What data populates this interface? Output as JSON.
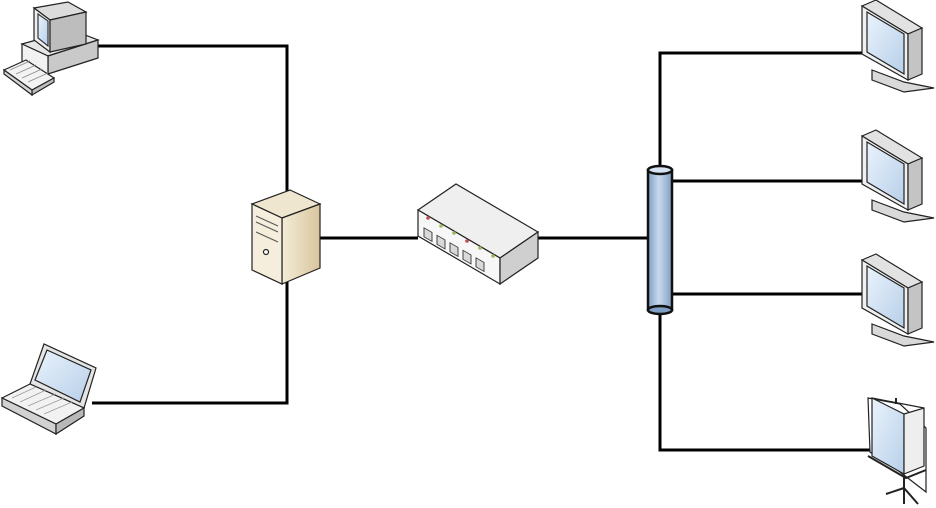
{
  "diagram": {
    "background": "#ffffff",
    "nodes": [
      {
        "id": "desktop-computer",
        "icon": "desktop-computer-icon"
      },
      {
        "id": "laptop",
        "icon": "laptop-icon"
      },
      {
        "id": "server",
        "icon": "tower-server-icon"
      },
      {
        "id": "network-switch",
        "icon": "ethernet-switch-icon"
      },
      {
        "id": "bus-backbone",
        "icon": "cylinder-bus-icon"
      },
      {
        "id": "monitor-1",
        "icon": "lcd-monitor-icon"
      },
      {
        "id": "monitor-2",
        "icon": "lcd-monitor-icon"
      },
      {
        "id": "monitor-3",
        "icon": "lcd-monitor-icon"
      },
      {
        "id": "projection-screen",
        "icon": "projection-screen-icon"
      }
    ],
    "connections": [
      {
        "from": "desktop-computer",
        "to": "server"
      },
      {
        "from": "laptop",
        "to": "server"
      },
      {
        "from": "server",
        "to": "network-switch"
      },
      {
        "from": "network-switch",
        "to": "bus-backbone"
      },
      {
        "from": "bus-backbone",
        "to": "monitor-1"
      },
      {
        "from": "bus-backbone",
        "to": "monitor-2"
      },
      {
        "from": "bus-backbone",
        "to": "monitor-3"
      },
      {
        "from": "bus-backbone",
        "to": "projection-screen"
      }
    ],
    "colors": {
      "line": "#000000",
      "bus_fill": "#a9c0dc",
      "screen_fill": "#cfe0f3",
      "server_fill": "#e8dcc0",
      "device_fill": "#f0f0f0"
    }
  }
}
